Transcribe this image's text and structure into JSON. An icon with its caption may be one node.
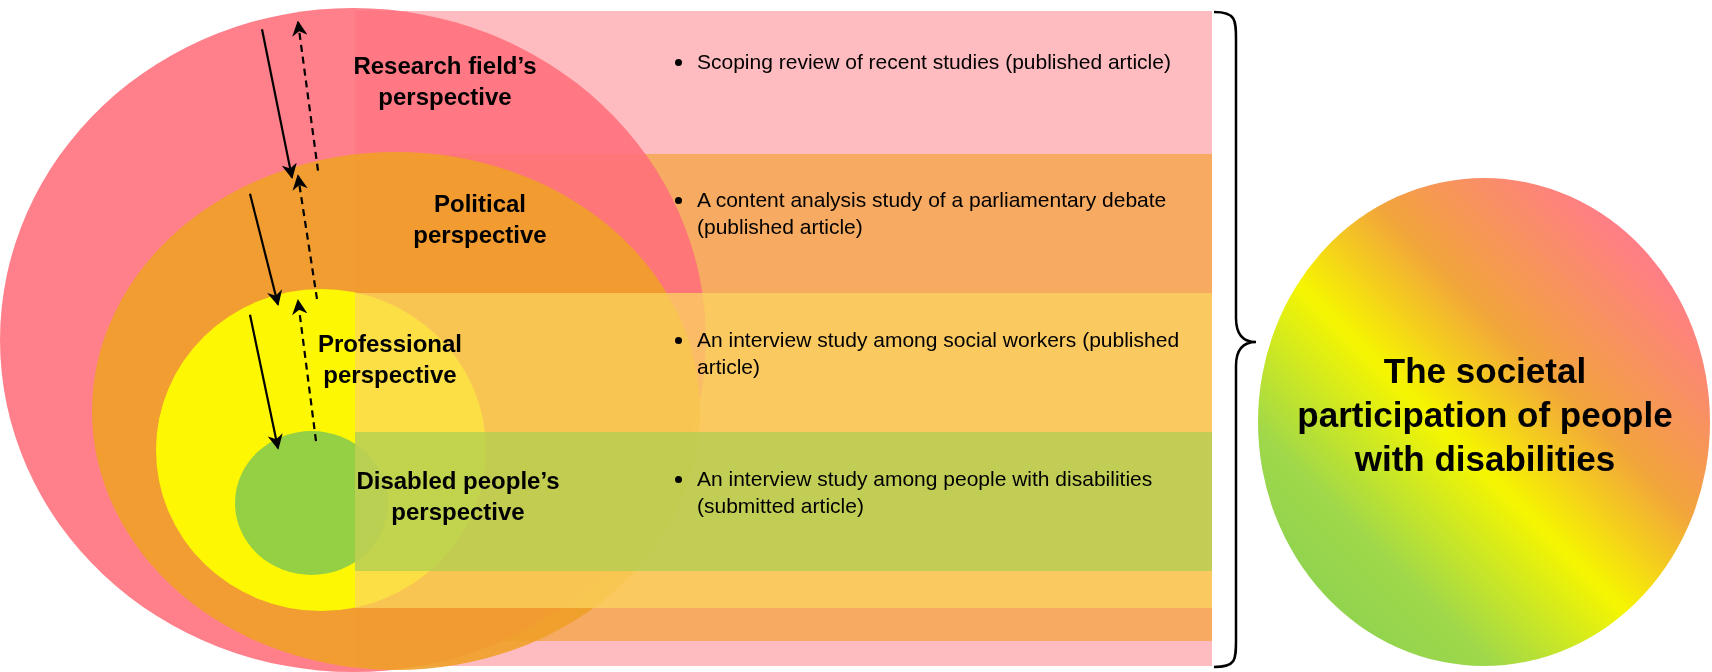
{
  "diagram": {
    "nodes": [
      {
        "text": [
          "Research field’s perspective"
        ]
      },
      {
        "text": [
          "Political perspective"
        ],
        "in": 0
      },
      {
        "text": [
          "Professional perspective"
        ],
        "in": 1
      },
      {
        "text": [],
        "shape": "circle",
        "in": 2,
        "beside": [
          "Disabled people’s perspective"
        ]
      },
      {
        "text": [
          "Scoping review of recent studies (published article)"
        ]
      },
      {
        "text": [
          "A content analysis study of a parliamentary debate (published article)"
        ],
        "in": 4
      },
      {
        "text": [
          "An interview study among social workers (published article)"
        ],
        "in": 5
      },
      {
        "text": [
          "An interview study among people with disabilities (submitted article)"
        ],
        "in": 6
      },
      {
        "text": [
          "The societal participation of people with disabilities"
        ]
      }
    ],
    "edges": [
      {
        "from": 0,
        "to": 1,
        "arrow": "to"
      },
      {
        "from": 1,
        "to": 0,
        "arrow": "to",
        "style": "dashed"
      },
      {
        "from": 1,
        "to": 2,
        "arrow": "to"
      },
      {
        "from": 2,
        "to": 1,
        "arrow": "to",
        "style": "dashed"
      },
      {
        "from": 2,
        "to": 3,
        "arrow": "to"
      },
      {
        "from": 3,
        "to": 2,
        "arrow": "to",
        "style": "dashed"
      }
    ]
  }
}
